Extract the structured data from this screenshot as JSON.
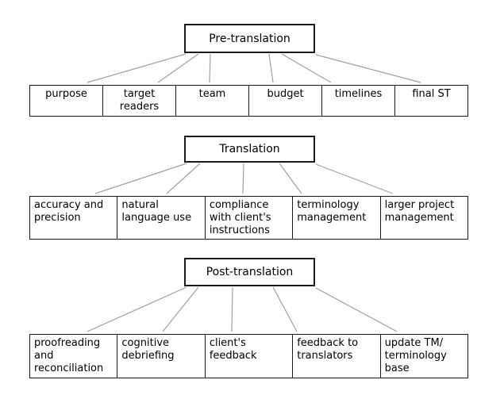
{
  "diagram": {
    "colors": {
      "border": "#1a1a1a",
      "text": "#000000",
      "connector": "#a0a0a0",
      "background": "#ffffff"
    },
    "sections": [
      {
        "title": "Pre-translation",
        "children": [
          "purpose",
          "target\nreaders",
          "team",
          "budget",
          "timelines",
          "final ST"
        ]
      },
      {
        "title": "Translation",
        "children": [
          "accuracy and\nprecision",
          "natural\nlanguage use",
          "compliance\nwith client's\ninstructions",
          "terminology\nmanagement",
          "larger project\nmanagement"
        ]
      },
      {
        "title": "Post-translation",
        "children": [
          "proofreading\nand\nreconciliation",
          "cognitive\ndebriefing",
          "client's\nfeedback",
          "feedback to\ntranslators",
          "update TM/\nterminology\nbase"
        ]
      }
    ]
  }
}
